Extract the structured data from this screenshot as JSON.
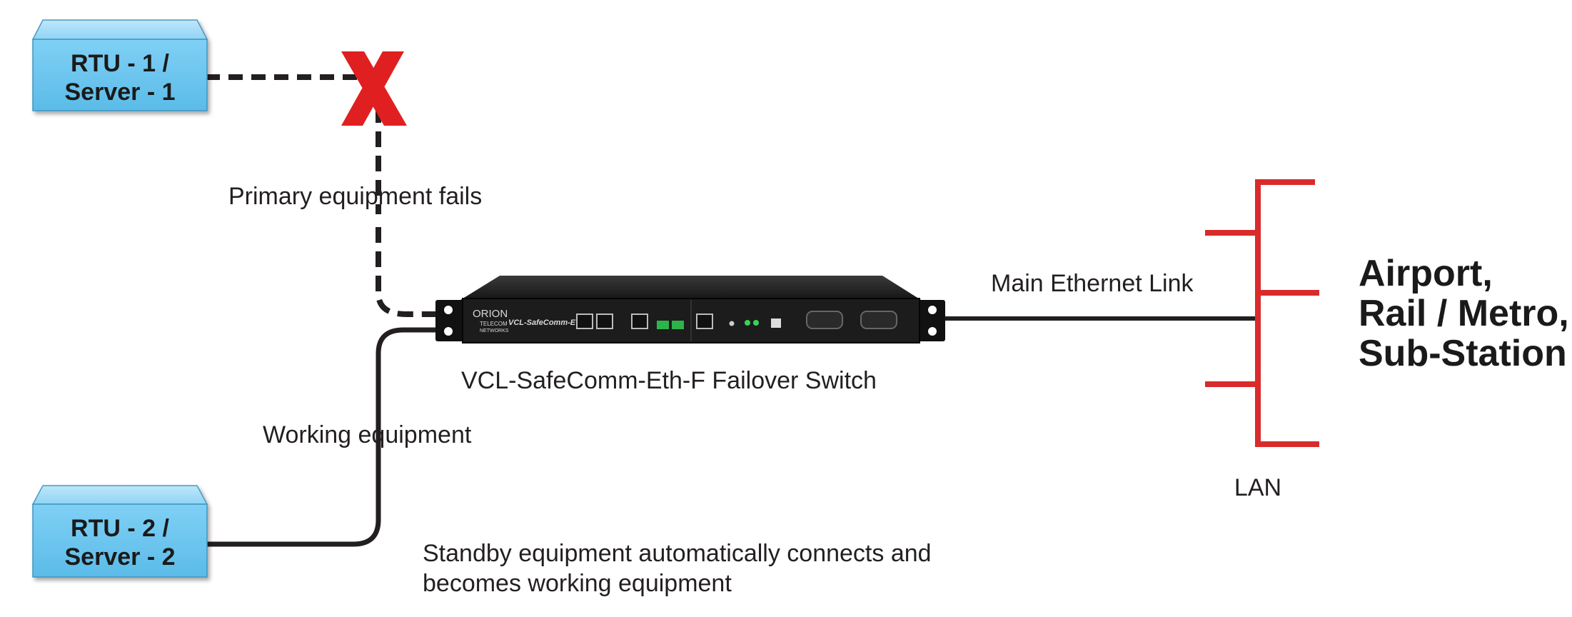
{
  "nodes": {
    "rtu1": {
      "line1": "RTU - 1 /",
      "line2": "Server - 1"
    },
    "rtu2": {
      "line1": "RTU - 2 /",
      "line2": "Server - 2"
    }
  },
  "labels": {
    "primary_fails": "Primary equipment fails",
    "working_equipment": "Working equipment",
    "standby_line1": "Standby equipment automatically connects and",
    "standby_line2": "becomes working equipment",
    "main_link": "Main Ethernet Link",
    "device_caption": "VCL-SafeComm-Eth-F Failover Switch",
    "lan": "LAN"
  },
  "destination": {
    "line1": "Airport,",
    "line2": "Rail / Metro,",
    "line3": "Sub-Station"
  },
  "device": {
    "brand_line1": "ORION",
    "brand_line2": "TELECOM",
    "brand_line3": "NETWORKS",
    "model": "VCL-SafeComm-E"
  },
  "colors": {
    "node_fill": "#6ac6f0",
    "fail_mark": "#e02020",
    "lan_bus": "#d92b2b",
    "line": "#231f20",
    "device_body": "#1c1c1c"
  }
}
